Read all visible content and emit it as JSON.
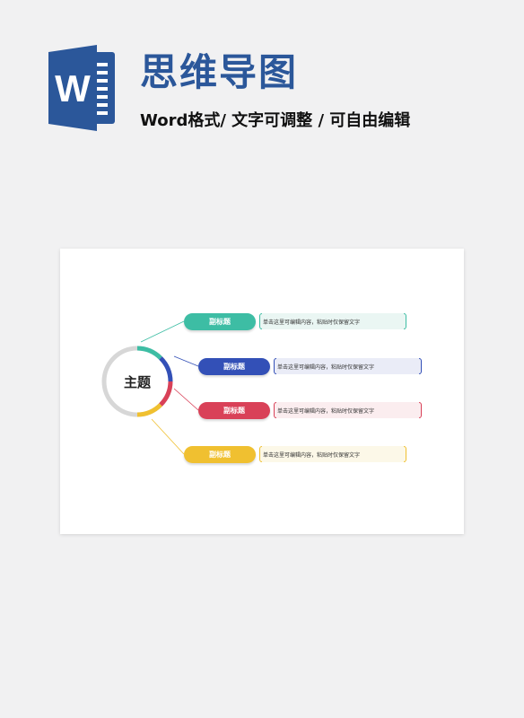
{
  "header": {
    "logo_letter": "W",
    "title": "思维导图",
    "subtitle": "Word格式/ 文字可调整 / 可自由编辑"
  },
  "mindmap": {
    "main_topic": "主题",
    "branches": [
      {
        "label": "副标题",
        "note": "单击这里可编辑内容，粘贴时仅保留文字",
        "color": "#3dbda4",
        "tint": "#eaf6f3"
      },
      {
        "label": "副标题",
        "note": "单击这里可编辑内容，粘贴时仅保留文字",
        "color": "#3350b7",
        "tint": "#eaecf7"
      },
      {
        "label": "副标题",
        "note": "单击这里可编辑内容，粘贴时仅保留文字",
        "color": "#d94158",
        "tint": "#fbedef"
      },
      {
        "label": "副标题",
        "note": "单击这里可编辑内容，粘贴时仅保留文字",
        "color": "#f0c030",
        "tint": "#fcf8e8"
      }
    ]
  },
  "colors": {
    "word_blue": "#2b579a",
    "ring_gray": "#d7d7d7"
  }
}
